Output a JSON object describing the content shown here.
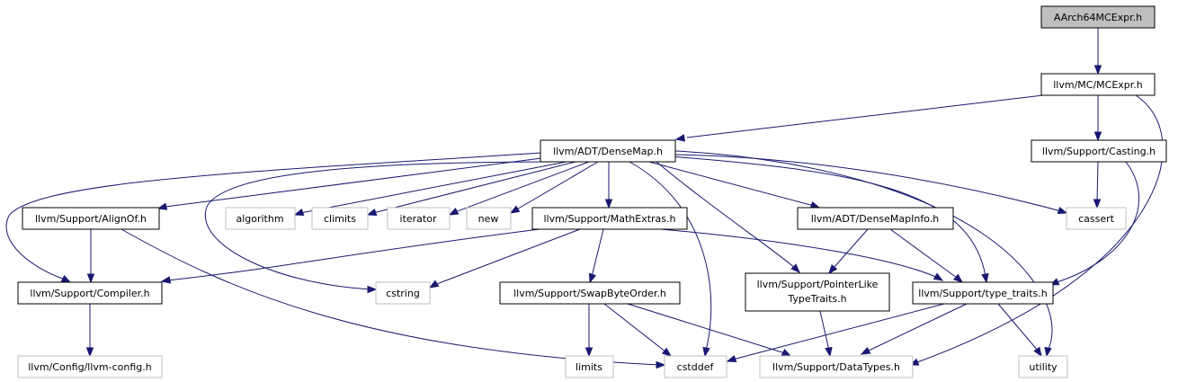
{
  "colors": {
    "edge": "#191970",
    "node_border": "#000000",
    "external_border": "#bfbfbf",
    "root_fill": "#bfbfbf"
  },
  "nodes": {
    "root": "AArch64MCExpr.h",
    "mcexpr": "llvm/MC/MCExpr.h",
    "densemap": "llvm/ADT/DenseMap.h",
    "casting": "llvm/Support/Casting.h",
    "alignof": "llvm/Support/AlignOf.h",
    "algorithm": "algorithm",
    "climits": "climits",
    "iterator": "iterator",
    "new": "new",
    "mathextras": "llvm/Support/MathExtras.h",
    "densemapinfo": "llvm/ADT/DenseMapInfo.h",
    "cassert": "cassert",
    "compiler": "llvm/Support/Compiler.h",
    "cstring": "cstring",
    "swapbyteorder": "llvm/Support/SwapByteOrder.h",
    "pointerlike_1": "llvm/Support/PointerLike",
    "pointerlike_2": "TypeTraits.h",
    "typetraits": "llvm/Support/type_traits.h",
    "llvmconfig": "llvm/Config/llvm-config.h",
    "limits": "limits",
    "cstddef": "cstddef",
    "datatypes": "llvm/Support/DataTypes.h",
    "utility": "utility"
  }
}
